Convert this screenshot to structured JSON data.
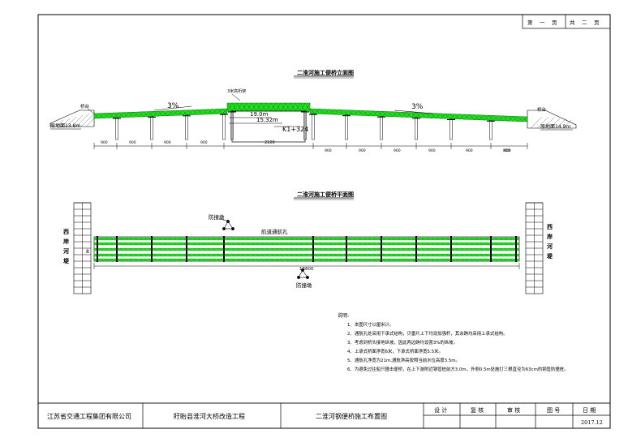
{
  "page_counter": {
    "di": "第",
    "one": "一",
    "ye": "页",
    "gong": "共",
    "two": "二",
    "ye2": "页"
  },
  "elevation": {
    "title": "二淮河施工便桥立面图",
    "slope_left": "3%",
    "slope_right": "3%",
    "left_abutment": "桥台",
    "right_abutment": "桥台",
    "left_ground": "原地面13.8m",
    "right_ground": "原地面14.9m",
    "deck_label": "3米高桁架",
    "level_top": "19.0m",
    "level_mid": "15.32m",
    "chainage": "K1+324",
    "spans_left": [
      "900",
      "900",
      "900",
      "900"
    ],
    "main_span": "2100",
    "spans_right": [
      "900",
      "900",
      "900",
      "900",
      "900",
      "900",
      "800"
    ]
  },
  "plan": {
    "title": "二淮河施工便桥平面图",
    "left_bank": [
      "西",
      "岸",
      "河",
      "堤"
    ],
    "right_bank": [
      "西",
      "岸",
      "河",
      "堤"
    ],
    "anchor_top": "防撞墩",
    "anchor_bottom": "防撞墩",
    "nav_label": "航道通航孔",
    "total_length": "16800",
    "width_label": "8"
  },
  "notes": {
    "heading": "说明:",
    "items": [
      "1、本图尺寸以厘米计。",
      "2、通航孔处采用下承式结构，贝雷片上下均设加强杆，其余跨均采用上承式结构。",
      "3、考虑到桥头接地纵坡，因此两边跨均设置3%的纵坡。",
      "4、上承式桥面净宽6米，下承式桥面净宽5.5米。",
      "5、通航孔净宽为21m,通航净高按照当前水位高度3.5m。",
      "6、为避免过往船只撞击便桥，在上下游附近钢管桩前方3.0m，外侧0.5m处施打三根直径为63cm的钢管防撞桩。"
    ]
  },
  "title_block": {
    "company": "江苏省交通工程集团有限公司",
    "project": "盱眙县淮河大桥改造工程",
    "drawing": "二淮河钢便桥施工布置图",
    "design": "设 计",
    "review": "复 核",
    "audit": "审 核",
    "drawing_no": "图 号",
    "date_label": "日 期",
    "date_value": "2017.12"
  },
  "colors": {
    "truss": "#22dd22",
    "truss_dark": "#0a7a0a",
    "ink": "#000000",
    "ground_hatch": "#555555"
  }
}
